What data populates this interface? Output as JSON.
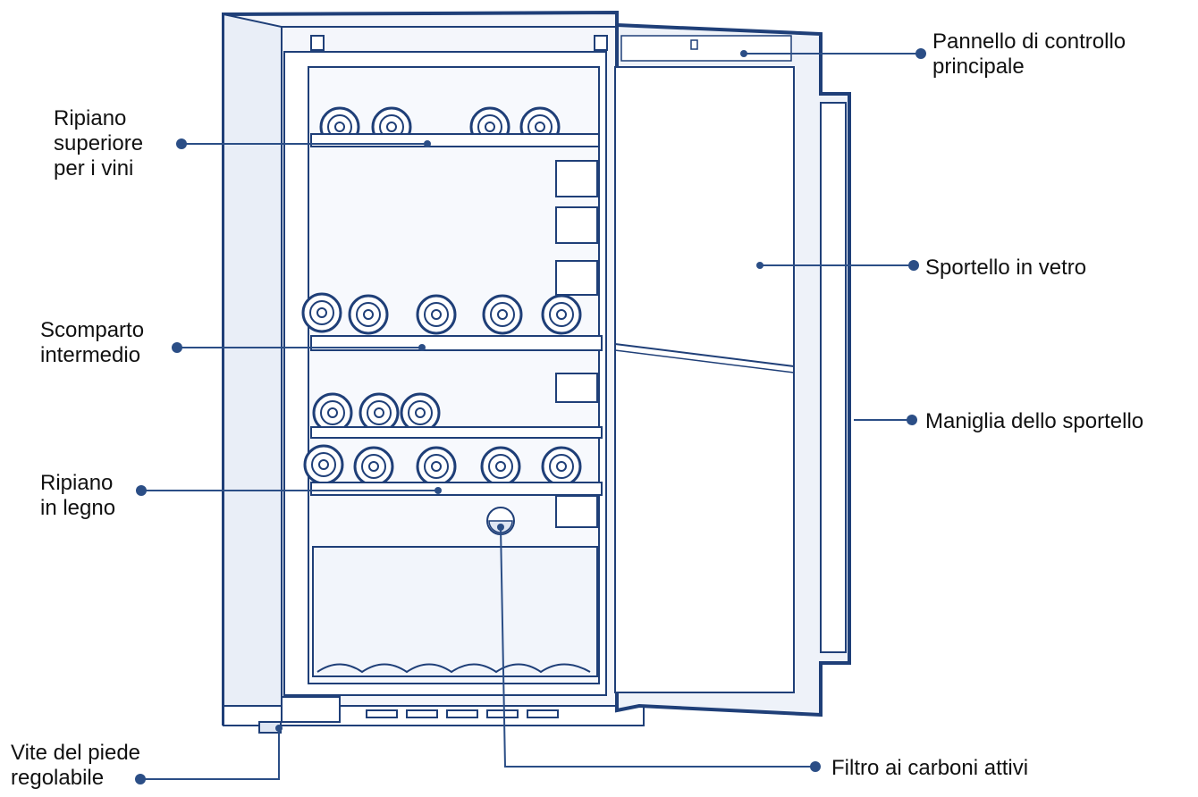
{
  "colors": {
    "outline": "#1f3f78",
    "line": "#2b4e86",
    "fill": "#ffffff",
    "panel": "#eef2f9",
    "text": "#111111"
  },
  "labels": {
    "top_shelf": [
      "Ripiano",
      "superiore",
      "per i vini"
    ],
    "middle_compartment": [
      "Scomparto",
      "intermedio"
    ],
    "wood_shelf": [
      "Ripiano",
      "in legno"
    ],
    "foot_screw": [
      "Vite del piede",
      "regolabile"
    ],
    "control_panel": [
      "Pannello di controllo",
      "principale"
    ],
    "glass_door": "Sportello in vetro",
    "door_handle": "Maniglia dello sportello",
    "carbon_filter": "Filtro ai carboni attivi"
  }
}
